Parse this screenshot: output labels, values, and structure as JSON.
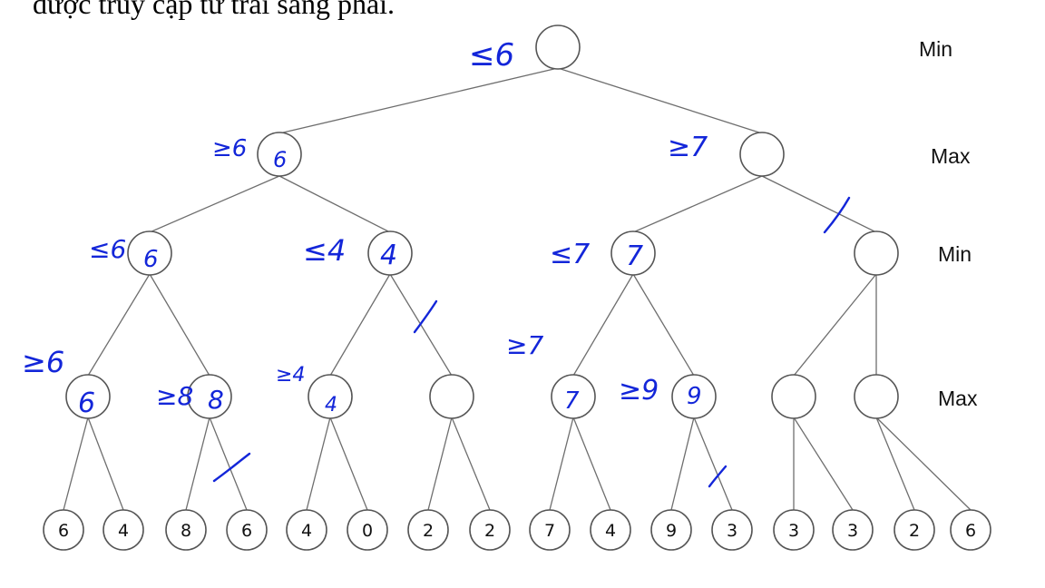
{
  "caption": "được truy cập từ trái sang phải.",
  "level_labels": [
    "Min",
    "Max",
    "Min",
    "Max"
  ],
  "leaves": [
    "6",
    "4",
    "8",
    "6",
    "4",
    "0",
    "2",
    "2",
    "7",
    "4",
    "9",
    "3",
    "3",
    "3",
    "2",
    "6"
  ],
  "annotations": {
    "root_bound": "≤6",
    "l1a_bound": "≥6",
    "l1a_value": "6",
    "l1b_bound": "≥7",
    "l2a_bound": "≤6",
    "l2a_value": "6",
    "l2b_bound": "≤4",
    "l2b_value": "4",
    "l2c_bound": "≤7",
    "l2c_value": "7",
    "l3a_bound": "≥6",
    "l3a_value": "6",
    "l3b_bound": "≥8",
    "l3b_value": "8",
    "l3c_bound": "≥4",
    "l3c_value": "4",
    "l3e_bound": "≥7",
    "l3e_value": "7",
    "l3f_bound": "≥9",
    "l3f_value": "9"
  },
  "colors": {
    "ink": "#1326d9",
    "node_stroke": "#555555",
    "edge": "#6e6e6e"
  }
}
